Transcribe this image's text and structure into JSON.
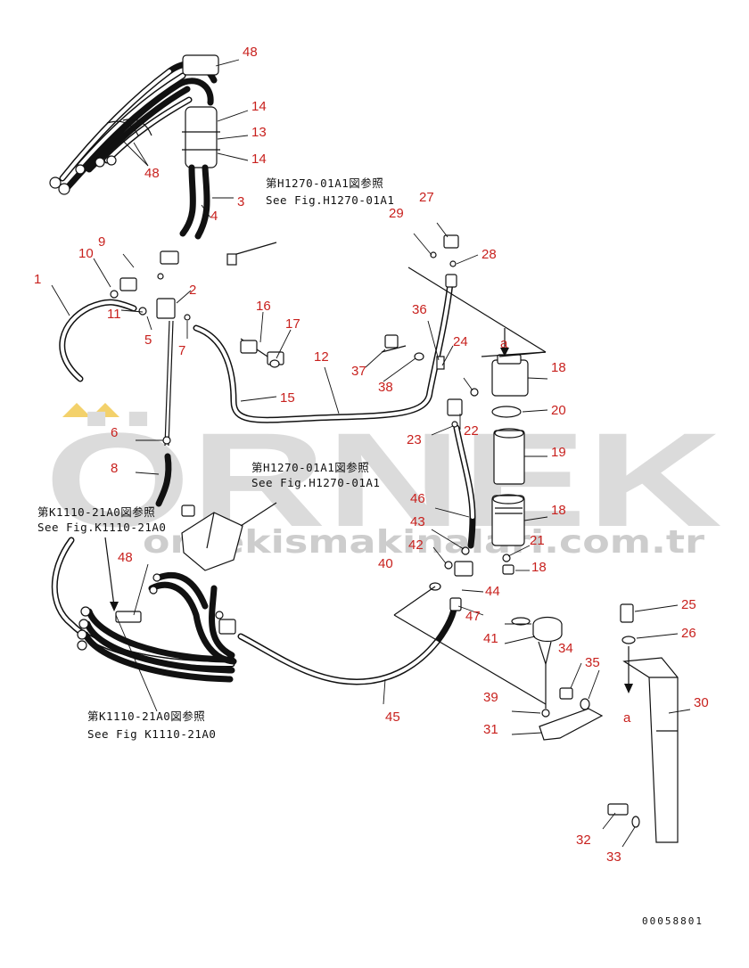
{
  "diagram": {
    "document_number": "00058801",
    "references": [
      {
        "jp": "第H1270-01A1図参照",
        "en": "See Fig.H1270-01A1"
      },
      {
        "jp": "第H1270-01A1図参照",
        "en": "See Fig.H1270-01A1"
      },
      {
        "jp": "第K1110-21A0図参照",
        "en": "See Fig.K1110-21A0"
      },
      {
        "jp": "第K1110-21A0図参照",
        "en": "See Fig K1110-21A0"
      }
    ],
    "callouts": [
      "48",
      "14",
      "13",
      "14",
      "48",
      "3",
      "4",
      "27",
      "29",
      "28",
      "9",
      "10",
      "11",
      "2",
      "1",
      "5",
      "7",
      "16",
      "17",
      "36",
      "24",
      "12",
      "37",
      "38",
      "15",
      "18",
      "20",
      "22",
      "23",
      "6",
      "19",
      "8",
      "46",
      "18",
      "43",
      "21",
      "42",
      "18",
      "40",
      "44",
      "47",
      "45",
      "41",
      "34",
      "35",
      "39",
      "31",
      "25",
      "26",
      "30",
      "32",
      "33",
      "48"
    ],
    "section_marks": [
      "a",
      "a"
    ],
    "watermark": {
      "brand": "ÖRNEK",
      "url": "ornekismakinalari.com.tr"
    }
  }
}
